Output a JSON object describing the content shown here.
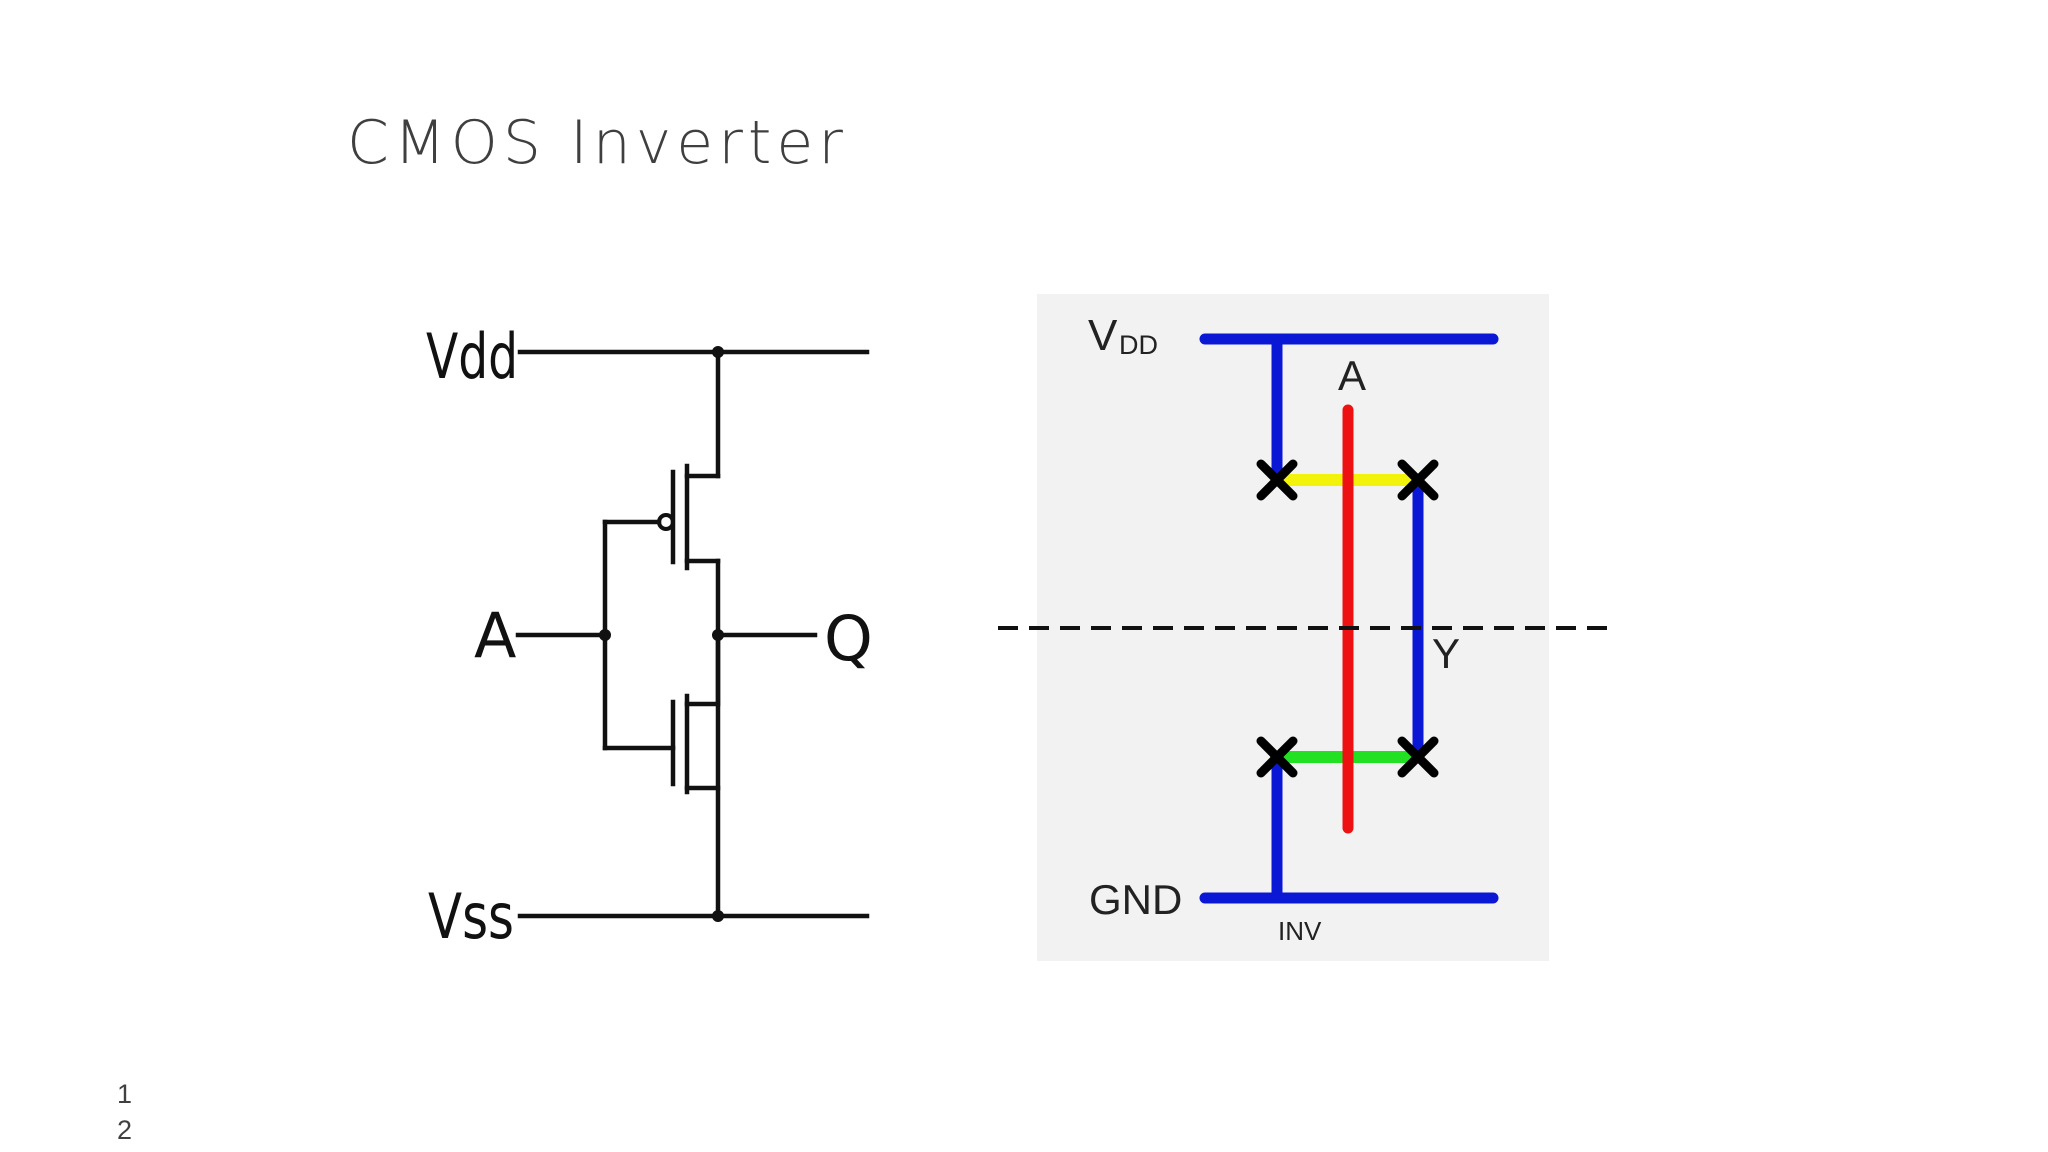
{
  "slide": {
    "title": "CMOS  Inverter",
    "page_number": "12"
  },
  "schematic": {
    "labels": {
      "vdd": "Vdd",
      "vss": "Vss",
      "input": "A",
      "output": "Q"
    }
  },
  "stick_diagram": {
    "labels": {
      "vdd_main": "V",
      "vdd_sub": "DD",
      "gnd": "GND",
      "input": "A",
      "output": "Y",
      "cell_name": "INV"
    },
    "colors": {
      "metal": "#0a18d6",
      "poly": "#ee1111",
      "p_diffusion": "#f2f20a",
      "n_diffusion": "#22e022",
      "contact": "#000000",
      "panel_background": "#f2f2f2"
    }
  }
}
